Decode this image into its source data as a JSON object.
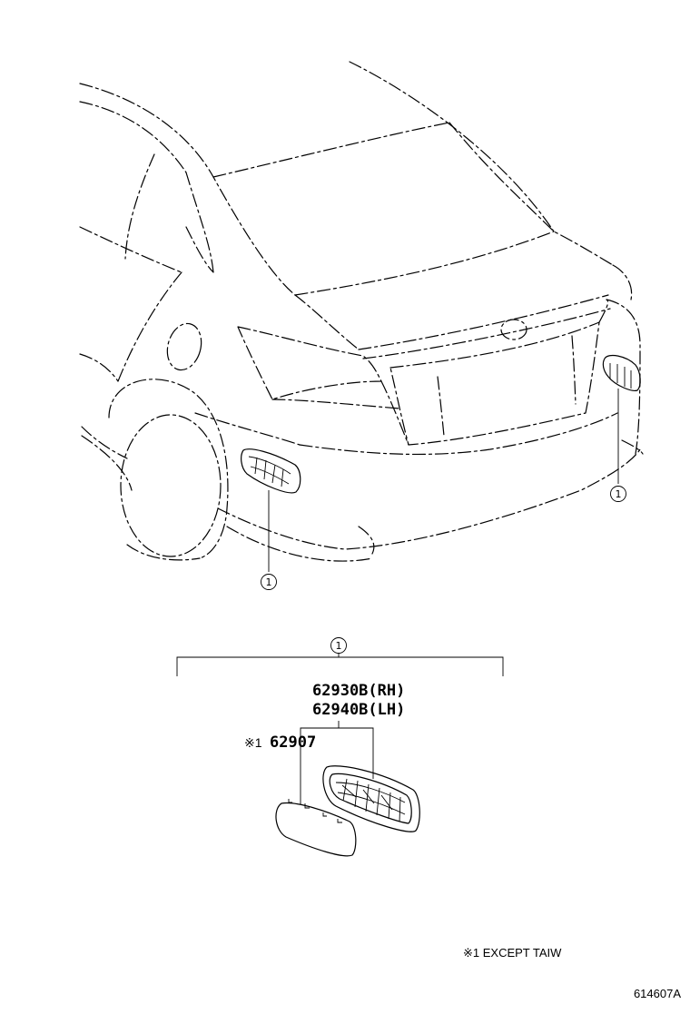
{
  "callouts": {
    "symbol": "1"
  },
  "parts": {
    "rh": "62930B(RH)",
    "lh": "62940B(LH)",
    "cover_mark": "※1",
    "cover": "62907"
  },
  "footnote": {
    "text": "※1 EXCEPT TAIW"
  },
  "figure_id": "614607A"
}
